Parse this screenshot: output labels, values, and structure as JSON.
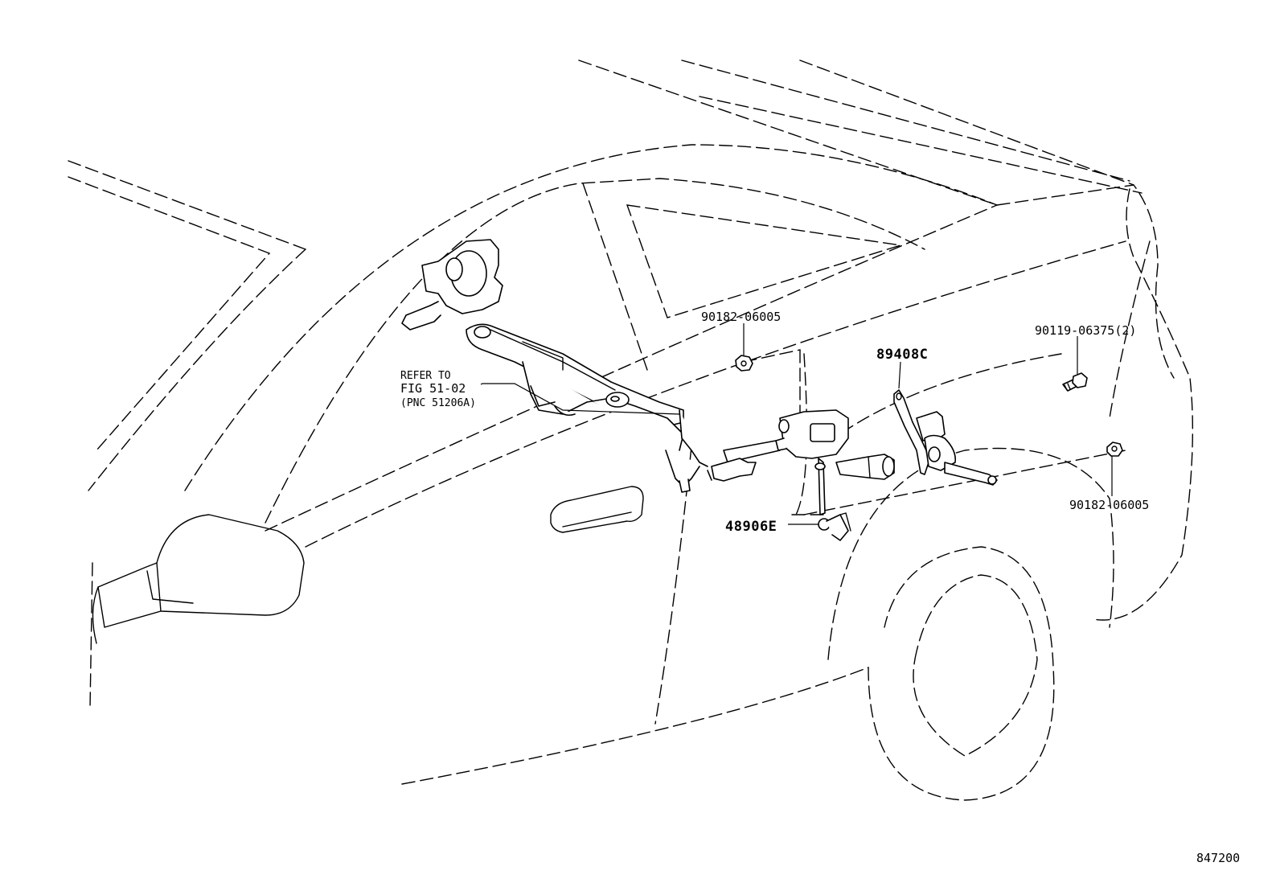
{
  "parts": {
    "nut_upper": "90182-06005",
    "reference_line1": "REFER TO",
    "reference_line2": "FIG 51-02",
    "reference_line3": "(PNC 51206A)",
    "sensor": "89408C",
    "bolt": "90119-06375(2)",
    "nut_right": "90182-06005",
    "link": "48906E"
  },
  "figure_number": "847200"
}
